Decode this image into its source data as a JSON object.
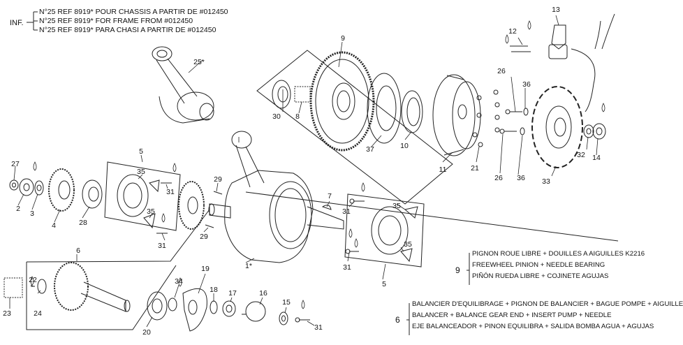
{
  "header": {
    "inf_label": "INF.",
    "notes": [
      "N°25 REF 8919* POUR CHASSIS A PARTIR DE #012450",
      "N°25 REF 8919* FOR FRAME FROM #012450",
      "N°25 REF 8919* PARA CHASI A PARTIR DE #012450"
    ]
  },
  "legend": [
    {
      "num": "9",
      "lines": [
        "PIGNON ROUE LIBRE + DOUILLES A AIGUILLES K2216",
        "FREEWHEEL PINION + NEEDLE BEARING",
        "PIÑÓN RUEDA LIBRE + COJINETE AGUJAS"
      ]
    },
    {
      "num": "6",
      "lines": [
        "BALANCIER D'EQUILIBRAGE + PIGNON DE BALANCIER + BAGUE POMPE + AIGUILLE",
        "BALANCER + BALANCE GEAR END + INSERT PUMP + NEEDLE",
        "EJE BALANCEADOR + PINON EQUILIBRA + SALIDA BOMBA AGUA + AGUJAS"
      ]
    }
  ],
  "part_labels": [
    "1*",
    "2",
    "3",
    "4",
    "5",
    "6",
    "8",
    "9",
    "10",
    "11",
    "12",
    "13",
    "14",
    "15",
    "16",
    "17",
    "18",
    "19",
    "20",
    "21",
    "22",
    "23",
    "24",
    "25*",
    "26",
    "27",
    "28",
    "29",
    "31",
    "32",
    "33",
    "34",
    "35",
    "36",
    "37"
  ],
  "callouts": {
    "c1": "1*",
    "c2": "2",
    "c3": "3",
    "c4": "4",
    "c5a": "5",
    "c5b": "5",
    "c6": "6",
    "c8": "8",
    "c9": "9",
    "c10": "10",
    "c11": "11",
    "c12": "12",
    "c13": "13",
    "c14": "14",
    "c15": "15",
    "c16": "16",
    "c17": "17",
    "c18": "18",
    "c19": "19",
    "c20": "20",
    "c21": "21",
    "c22": "22",
    "c23": "23",
    "c24": "24",
    "c25": "25*",
    "c26a": "26",
    "c26b": "26",
    "c27": "27",
    "c28": "28",
    "c29a": "29",
    "c29b": "29",
    "c30": "30",
    "c31a": "31",
    "c31b": "31",
    "c31c": "31",
    "c31d": "31",
    "c31e": "31",
    "c32": "32",
    "c33": "33",
    "c34": "34",
    "c35a": "35",
    "c35b": "35",
    "c35c": "35",
    "c35d": "35",
    "c36a": "36",
    "c36b": "36",
    "c37": "37"
  }
}
